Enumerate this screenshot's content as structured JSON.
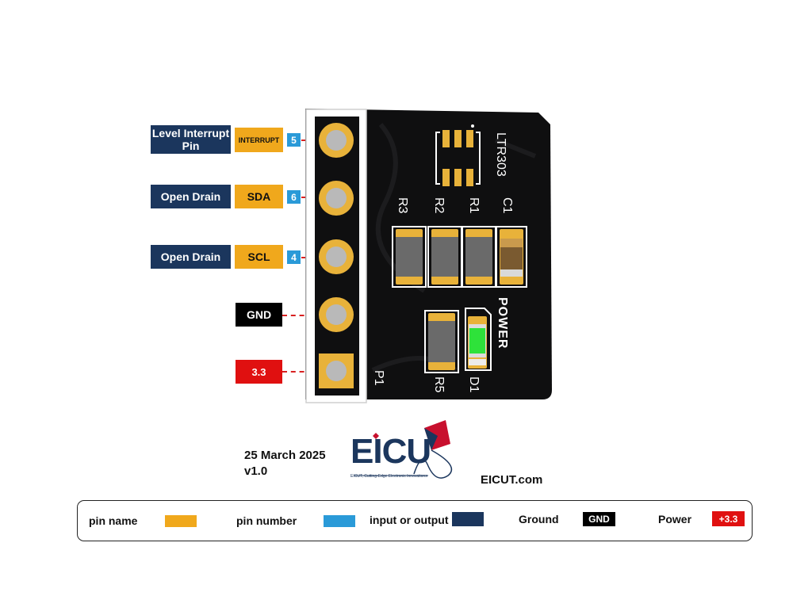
{
  "pins": [
    {
      "io": "Level Interrupt Pin",
      "name": "INTERRUPT",
      "number": "5"
    },
    {
      "io": "Open Drain",
      "name": "SDA",
      "number": "6"
    },
    {
      "io": "Open Drain",
      "name": "SCL",
      "number": "4"
    },
    {
      "io": "",
      "name": "GND",
      "number": ""
    },
    {
      "io": "",
      "name": "3.3",
      "number": ""
    }
  ],
  "board": {
    "ic": "LTR303",
    "header": "P1",
    "resistors": [
      "R3",
      "R2",
      "R1",
      "R5"
    ],
    "capacitor": "C1",
    "led": "D1",
    "power_label": "POWER"
  },
  "footer": {
    "date": "25 March 2025",
    "version": "v1.0",
    "logo_text": "EICU",
    "logo_tagline": "EICUT, Cutting-Edge Electronic Innovations",
    "website": "EICUT.com"
  },
  "legend": {
    "pin_name": "pin name",
    "pin_number": "pin number",
    "io": "input or output",
    "ground": "Ground",
    "ground_badge": "GND",
    "power": "Power",
    "power_badge": "+3.3"
  },
  "colors": {
    "pin_name": "#f0a81c",
    "pin_number": "#2a9ad8",
    "io": "#1b365d",
    "ground": "#000000",
    "power": "#e01010",
    "pcb": "#111111",
    "pad": "#e8b23a",
    "led": "#2ee23a"
  }
}
